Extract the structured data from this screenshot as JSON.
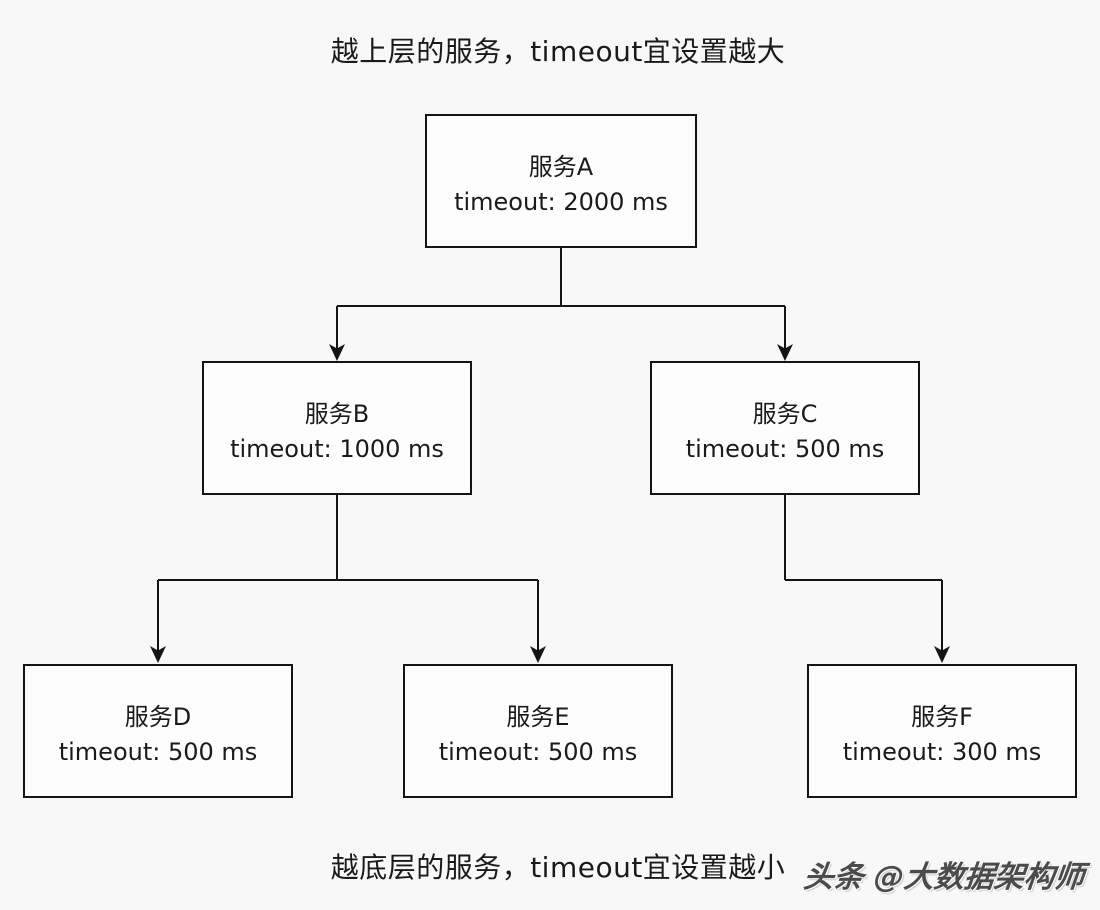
{
  "titles": {
    "top": "越上层的服务，timeout宜设置越大",
    "bottom": "越底层的服务，timeout宜设置越小"
  },
  "watermark": "头条 @大数据架构师",
  "colors": {
    "background": "#f8f8f8",
    "box_background": "#fdfdfd",
    "box_border": "#141414",
    "line": "#141414",
    "text": "#1a1a1a"
  },
  "nodes": [
    {
      "id": "A",
      "name": "服务A",
      "timeout": "timeout: 2000 ms"
    },
    {
      "id": "B",
      "name": "服务B",
      "timeout": "timeout: 1000 ms"
    },
    {
      "id": "C",
      "name": "服务C",
      "timeout": "timeout: 500 ms"
    },
    {
      "id": "D",
      "name": "服务D",
      "timeout": "timeout: 500 ms"
    },
    {
      "id": "E",
      "name": "服务E",
      "timeout": "timeout: 500 ms"
    },
    {
      "id": "F",
      "name": "服务F",
      "timeout": "timeout: 300 ms"
    }
  ],
  "edges": [
    {
      "from": "服务A",
      "to": "服务B"
    },
    {
      "from": "服务A",
      "to": "服务C"
    },
    {
      "from": "服务B",
      "to": "服务D"
    },
    {
      "from": "服务B",
      "to": "服务E"
    },
    {
      "from": "服务C",
      "to": "服务F"
    }
  ]
}
